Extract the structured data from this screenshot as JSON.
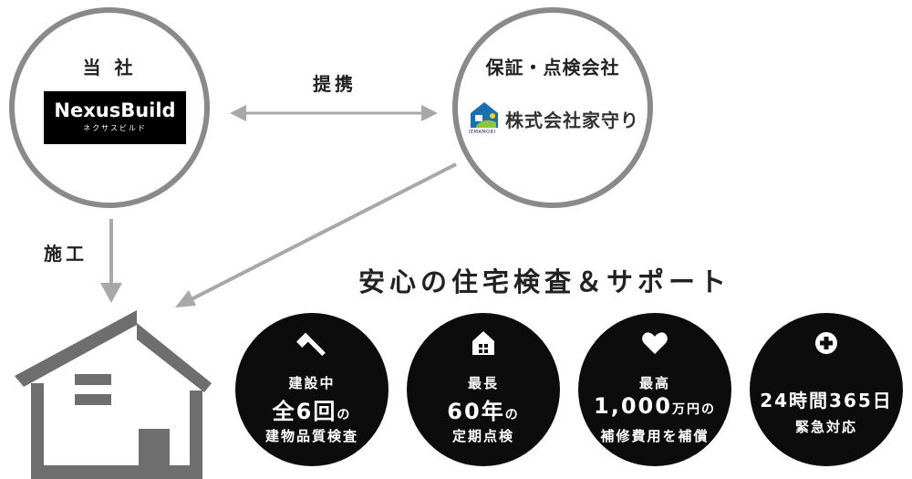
{
  "company": {
    "heading": "当 社",
    "logo_main": "NexusBuild",
    "logo_sub": "ネクサスビルド"
  },
  "partner": {
    "heading": "保証・点検会社",
    "logo_text": "株式会社家守り",
    "logo_sub": "IEMAMORI"
  },
  "relation_label": "提携",
  "construction_label": "施工",
  "headline": "安心の住宅検査＆サポート",
  "badges": [
    {
      "icon": "hammer-icon",
      "line1": "建設中",
      "line2_main": "全6回",
      "line2_suffix": "の",
      "line3": "建物品質検査"
    },
    {
      "icon": "house-icon",
      "line1": "最長",
      "line2_main": "60年",
      "line2_suffix": "の",
      "line3": "定期点検"
    },
    {
      "icon": "heart-icon",
      "line1": "最高",
      "line2_main": "1,000",
      "line2_suffix": "万円の",
      "line3": "補修費用を補償"
    },
    {
      "icon": "medical-cross-icon",
      "line1": "",
      "line2_main": "24時間365日",
      "line2_suffix": "",
      "line3": "緊急対応"
    }
  ],
  "colors": {
    "circle_border": "#8a8a8a",
    "arrow": "#a8a8a8",
    "house": "#6e6e6e",
    "badge_bg": "#0c0c0c"
  }
}
